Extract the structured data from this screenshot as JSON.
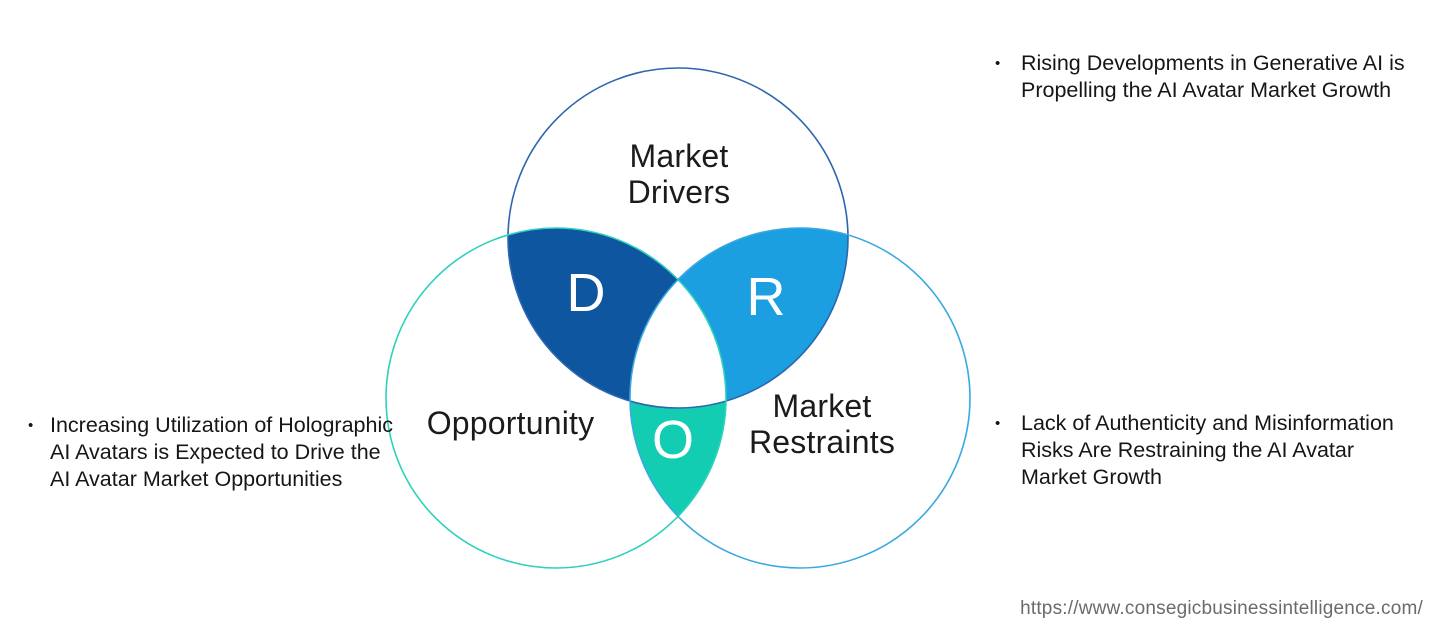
{
  "venn": {
    "drivers": {
      "label": "Market Drivers",
      "letter": "D",
      "fill": "#0e56a0",
      "outline": "#2b66ae"
    },
    "restraints": {
      "label": "Market Restraints",
      "letter": "R",
      "fill": "#1b9fe0",
      "outline": "#38a9e1"
    },
    "opportunity": {
      "label": "Opportunity",
      "letter": "O",
      "fill": "#13cdb3",
      "outline": "#2ed1bc"
    }
  },
  "bullets": {
    "marker": "•",
    "drivers": "Rising Developments in Generative AI is Propelling the AI Avatar Market Growth",
    "opportunity": "Increasing Utilization of Holographic AI Avatars is Expected to Drive the AI Avatar Market Opportunities",
    "restraints": "Lack of Authenticity and Misinformation Risks Are Restraining the AI Avatar Market Growth"
  },
  "footer": {
    "url": "https://www.consegicbusinessintelligence.com/"
  }
}
